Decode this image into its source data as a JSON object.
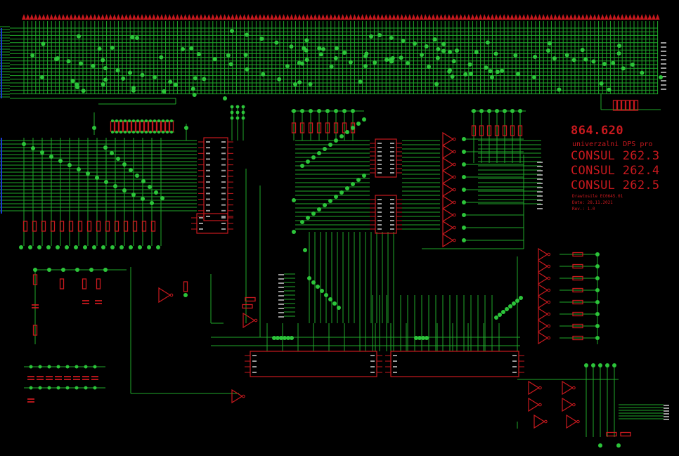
{
  "window": {
    "background": "#000000"
  },
  "colors": {
    "wire": "#1fa82a",
    "junction": "#2cc43a",
    "part": "#c8191e",
    "part_dark": "#8f0f14",
    "pin_text": "#9a9a9a",
    "frame": "#1a3ad0"
  },
  "title_block": {
    "number": "864.620",
    "subtitle": "univerzalni DPS pro",
    "models": [
      "CONSUL 262.3",
      "CONSUL 262.4",
      "CONSUL 262.5"
    ],
    "drawn_by": "Drawtosile EC0645.01",
    "date": "Date: 28.11.2021",
    "revision": "Rev.: 1.0"
  }
}
